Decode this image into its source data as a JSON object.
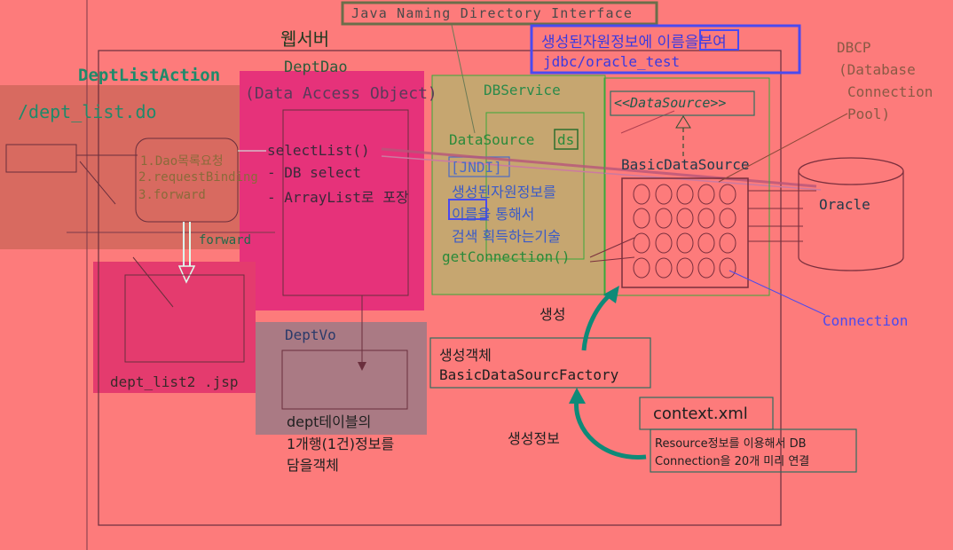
{
  "jndi": {
    "title": "Java Naming Directory Interface"
  },
  "webserver": {
    "label": "웹서버"
  },
  "naming": {
    "line1": "생성된자원정보에 이름을부여",
    "line2": "jdbc/oracle_test"
  },
  "dbcp": {
    "line1": "DBCP",
    "line2": "(Database",
    "line3": "Connection",
    "line4": "Pool)"
  },
  "action": {
    "name": "DeptListAction",
    "url": "/dept_list.do",
    "steps": [
      "1.Dao목록요청",
      "2.requestBinding",
      "3.forward"
    ],
    "forward_label": "forward",
    "jsp": "dept_list2 .jsp"
  },
  "dao": {
    "name": "DeptDao",
    "subtitle": "(Data Access Object)",
    "methods": [
      "selectList()",
      "- DB select",
      "- ArrayList로 포장"
    ]
  },
  "vo": {
    "name": "DeptVo",
    "desc": [
      "dept테이블의",
      "1개행(1건)정보를",
      "담을객체"
    ]
  },
  "dbservice": {
    "name": "DBService",
    "datasource": "DataSource",
    "ds": "ds",
    "jndi_tag": "[JNDI]",
    "desc": [
      "생성된자원정보를",
      "이름을 통해서",
      "검색 획득하는기술"
    ],
    "get_connection": "getConnection()"
  },
  "datasource_iface": "<<DataSource>>",
  "basic_datasource": "BasicDataSource",
  "oracle": "Oracle",
  "connection": "Connection",
  "create_label": "생성",
  "factory": {
    "line1": "생성객체",
    "line2": "BasicDataSourcFactory"
  },
  "create_info_label": "생성정보",
  "context": {
    "file": "context.xml",
    "line1": "Resource정보를 이용해서 DB",
    "line2": "Connection을 20개 미리 연결"
  },
  "colors": {
    "background": "#fd7b7b",
    "dao_fill": "#e6327a",
    "dbservice_fill": "#c6a670",
    "vo_fill": "#aa7a84",
    "blue": "#4a4af0",
    "teal": "#0e8a78",
    "green": "#3aa83a"
  }
}
